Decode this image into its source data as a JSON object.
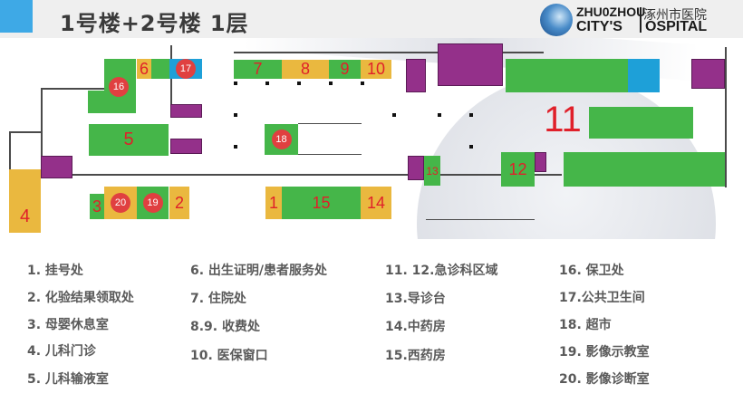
{
  "header": {
    "title": "1号楼+2号楼 1层",
    "logo": {
      "line1": "ZHU0ZHOU",
      "line2": "CITY'S",
      "line3": "OSPITAL",
      "chinese": "涿州市医院"
    }
  },
  "colors": {
    "green": "#45b649",
    "orange": "#eab83f",
    "blue": "#1ea0d8",
    "purple": "#94308a",
    "label_red": "#e0202a",
    "marker_red": "#e04040"
  },
  "plan": {
    "rooms": {
      "r1": "1",
      "r2": "2",
      "r3": "3",
      "r4": "4",
      "r5": "5",
      "r6": "6",
      "r7": "7",
      "r8": "8",
      "r9": "9",
      "r10": "10",
      "r11": "11",
      "r12": "12",
      "r13": "13",
      "r14": "14",
      "r15": "15",
      "r16": "16",
      "r17": "17",
      "r18": "18",
      "r19": "19",
      "r20": "20"
    }
  },
  "legend": [
    "1.  挂号处",
    "2.  化验结果领取处",
    "3.  母婴休息室",
    "4.  儿科门诊",
    "5.  儿科输液室",
    "6.  出生证明/患者服务处",
    "7.  住院处",
    "8.9. 收费处",
    "10. 医保窗口",
    "11. 12.急诊科区域",
    "13.导诊台",
    "14.中药房",
    "15.西药房",
    "16. 保卫处",
    "17.公共卫生间",
    "18. 超市",
    "19. 影像示教室",
    "20. 影像诊断室"
  ]
}
